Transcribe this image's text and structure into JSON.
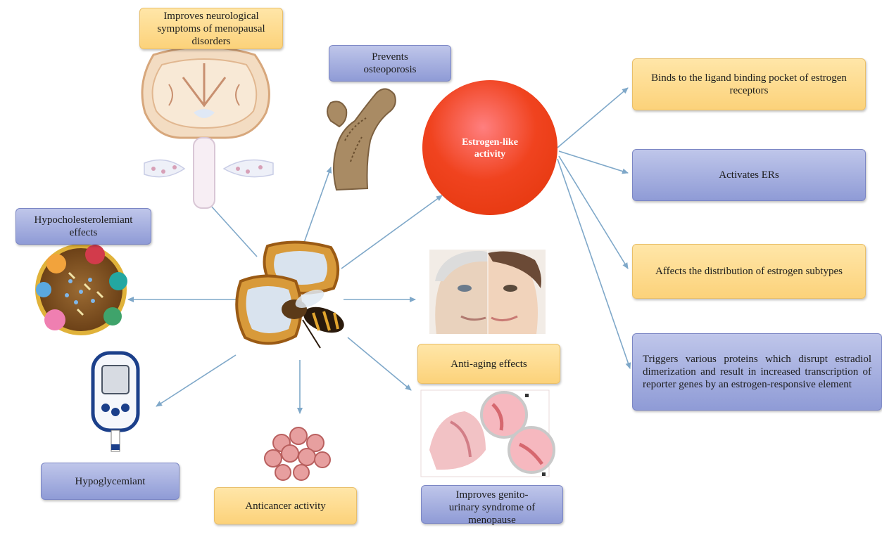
{
  "center": {
    "label": "Estrogen-like activity",
    "label_line1": "Estrogen-like",
    "label_line2": "activity"
  },
  "effects": {
    "neuro": "Improves neurological symptoms of menopausal disorders",
    "osteoporosis": "Prevents osteoporosis",
    "hypocholesterolemiant": "Hypocholesterolemiant effects",
    "hypoglycemiant": "Hypoglycemiant",
    "anticancer": "Anticancer activity",
    "antiaging": "Anti-aging effects",
    "genitourinary": "Improves genito-urinary syndrome of menopause"
  },
  "mechanisms": [
    "Binds to the ligand binding pocket of estrogen receptors",
    "Activates ERs",
    "Affects the distribution of estrogen subtypes",
    "Triggers various proteins which disrupt estradiol dimerization and result in increased transcription of reporter genes by an estrogen-responsive element"
  ],
  "colors": {
    "yellow_box": "#fcd27a",
    "blue_box": "#8f9bd6",
    "arrow": "#7fa8c9",
    "center_circle": "#f03a1e"
  },
  "illustrations": [
    "brain-icon",
    "bone-icon",
    "lipoprotein-icon",
    "glucometer-icon",
    "cancer-cells-icon",
    "face-aging-photo",
    "genitourinary-icon",
    "propolis-bee-image"
  ]
}
